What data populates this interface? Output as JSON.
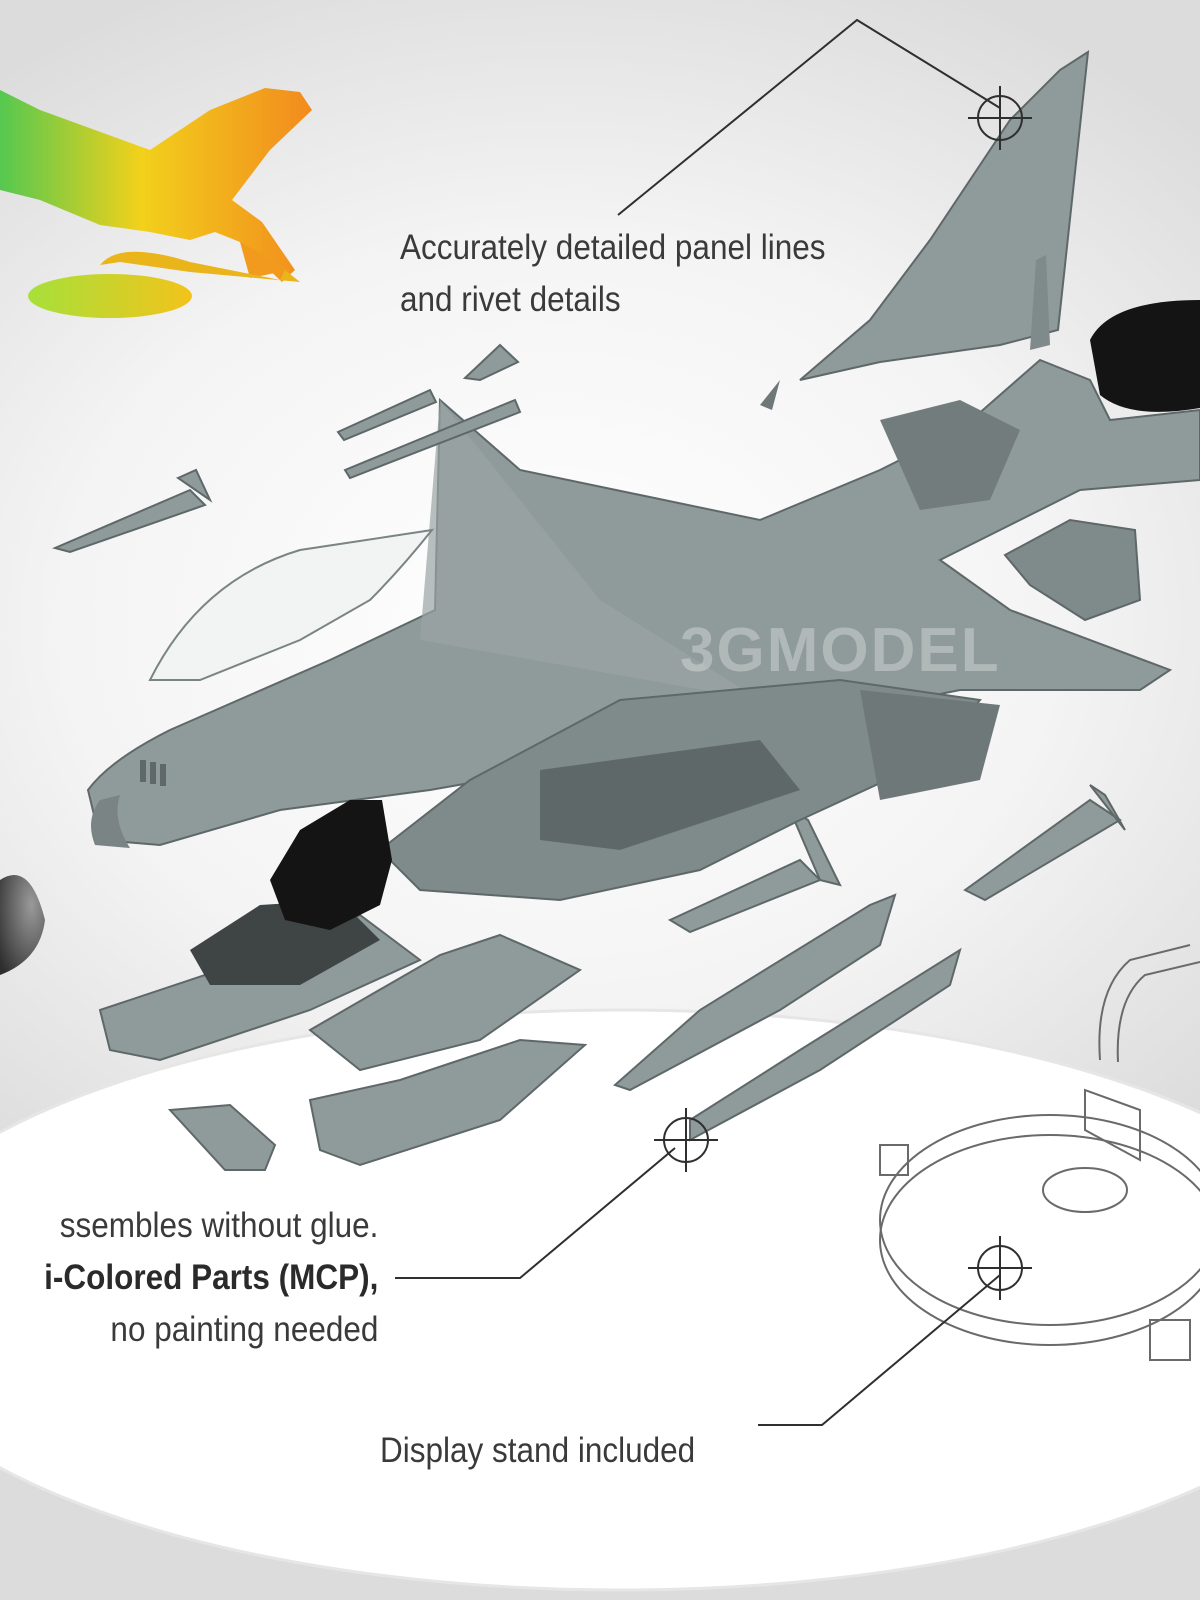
{
  "callouts": {
    "panel_lines": {
      "line1": "Accurately detailed panel lines",
      "line2": "and rivet details"
    },
    "glue": {
      "line1": "ssembles without glue.",
      "line2": "i-Colored Parts (MCP),",
      "line3": "no painting needed"
    },
    "display_stand": "Display stand included"
  },
  "watermark": "3GMODEL",
  "colors": {
    "part_grey": "#8f9a9a",
    "part_dark": "#6f7878",
    "seat_black": "#141414",
    "text": "#3a3a3a",
    "color_gradient": [
      "#55c850",
      "#f2d11b",
      "#f28a1e"
    ]
  }
}
